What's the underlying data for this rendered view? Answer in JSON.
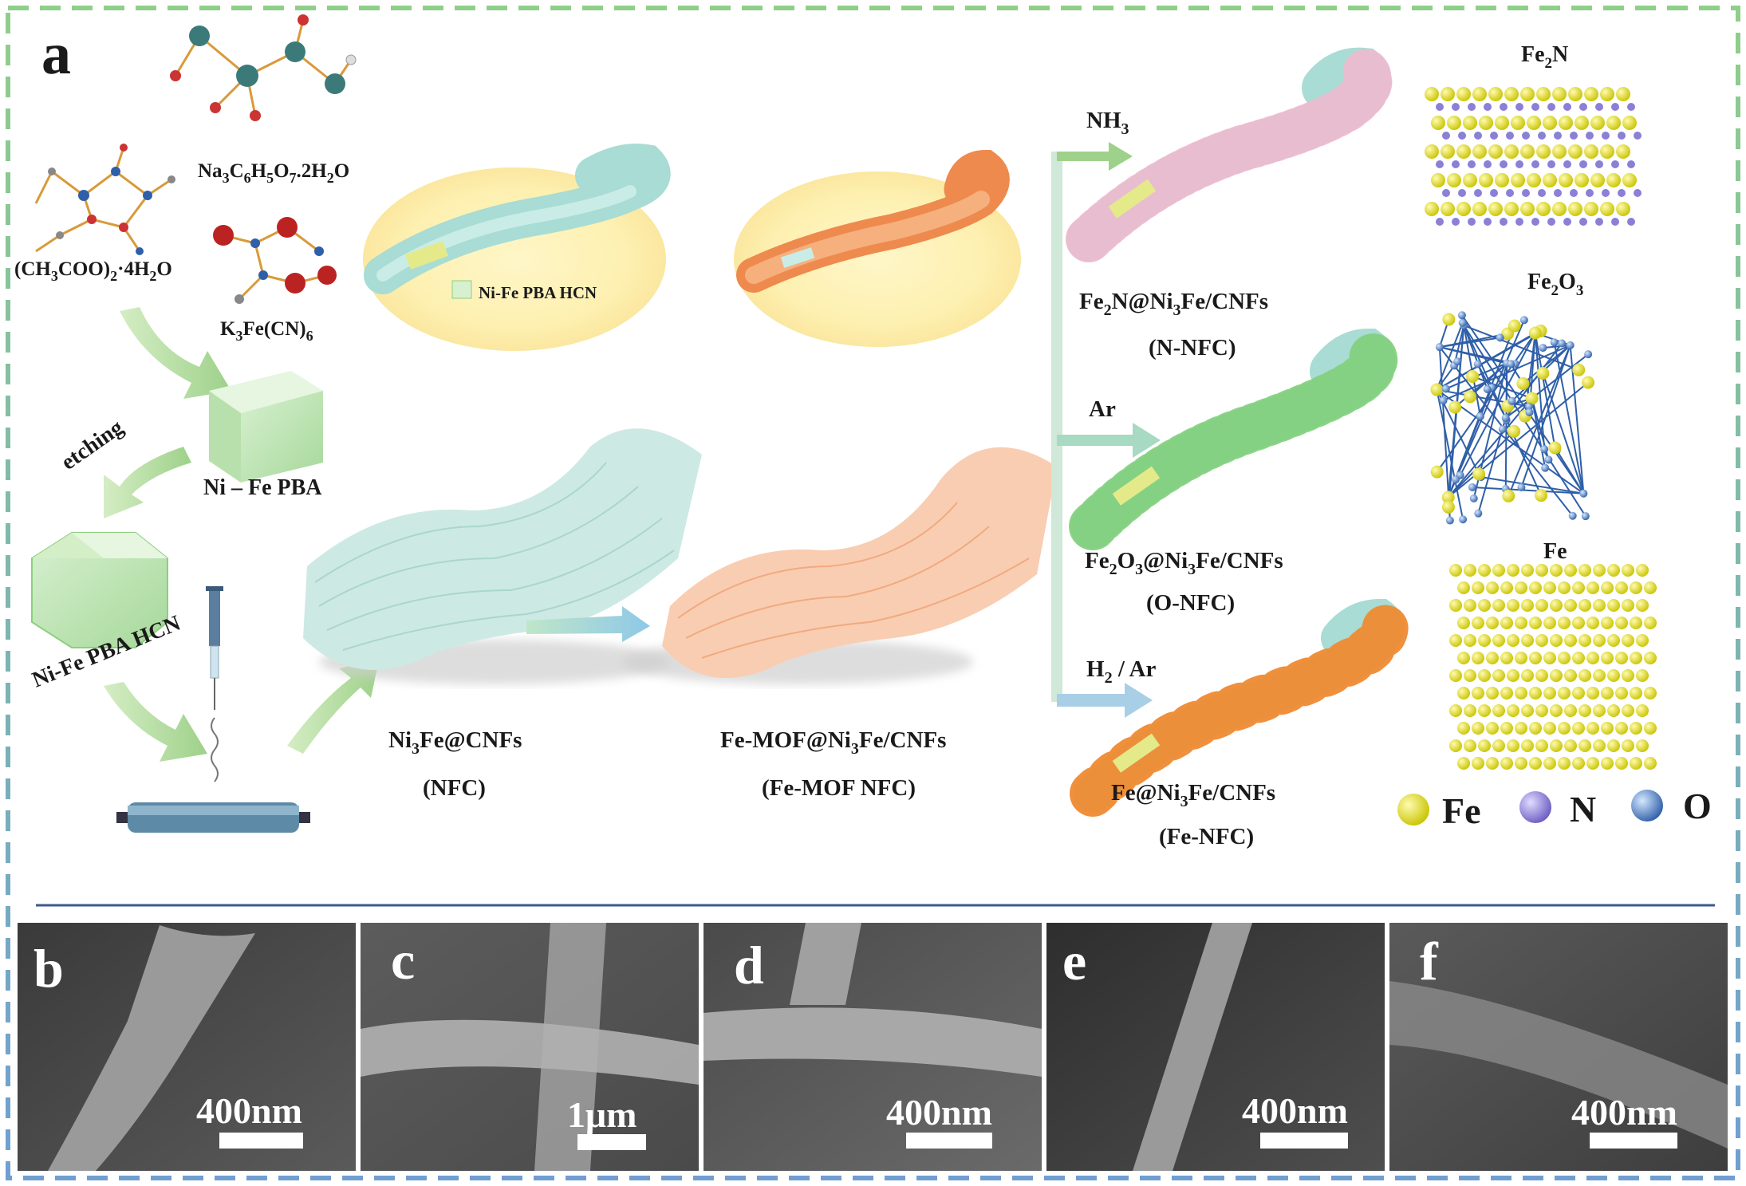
{
  "panel_a": {
    "letter": "a",
    "precursors": {
      "acetate": [
        "(CH",
        "3",
        "COO)",
        "2",
        "·4H",
        "2",
        "O"
      ],
      "citrate": [
        "Na",
        "3",
        "C",
        "6",
        "H",
        "5",
        "O",
        "7",
        ".2H",
        "2",
        "O"
      ],
      "ferricyanide": [
        "K",
        "3",
        "Fe(CN)",
        "6"
      ]
    },
    "etching": "etching",
    "ni_fe_pba": "Ni – Fe PBA",
    "ni_fe_pba_hcn": "Ni-Fe PBA HCN",
    "inset_legend": "Ni-Fe PBA HCN",
    "nfc": {
      "name": [
        "Ni",
        "3",
        "Fe@CNFs"
      ],
      "abbr": "(NFC)"
    },
    "fe_mof": {
      "name": [
        "Fe-MOF@Ni",
        "3",
        "Fe/CNFs"
      ],
      "abbr": "(Fe-MOF NFC)"
    },
    "gas_nh3": [
      "NH",
      "3"
    ],
    "gas_ar": "Ar",
    "gas_h2ar": [
      "H",
      "2",
      " / Ar"
    ],
    "product_n": {
      "name": [
        "Fe",
        "2",
        "N@Ni",
        "3",
        "Fe/CNFs"
      ],
      "abbr": "(N-NFC)"
    },
    "product_o": {
      "name": [
        "Fe",
        "2",
        "O",
        "3",
        "@Ni",
        "3",
        "Fe/CNFs"
      ],
      "abbr": "(O-NFC)"
    },
    "product_fe": {
      "name": [
        "Fe@Ni",
        "3",
        "Fe/CNFs"
      ],
      "abbr": "(Fe-NFC)"
    },
    "crystal_fe2n": [
      "Fe",
      "2",
      "N"
    ],
    "crystal_fe2o3": [
      "Fe",
      "2",
      "O",
      "3"
    ],
    "crystal_fe": "Fe",
    "legend": [
      {
        "element": "Fe",
        "color": "#e8e62a"
      },
      {
        "element": "N",
        "color": "#8c7fd6"
      },
      {
        "element": "O",
        "color": "#4a7fc4"
      }
    ]
  },
  "sem_panels": [
    {
      "letter": "b",
      "scale": "400nm"
    },
    {
      "letter": "c",
      "scale": "1μm"
    },
    {
      "letter": "d",
      "scale": "400nm"
    },
    {
      "letter": "e",
      "scale": "400nm"
    },
    {
      "letter": "f",
      "scale": "400nm"
    }
  ],
  "colors": {
    "border_top": "#8fcf8a",
    "border_bottom": "#6f9fd2",
    "divider": "#3a5a8c",
    "fiber_green": "#a9dcd4",
    "fiber_orange": "#f4a47a"
  }
}
